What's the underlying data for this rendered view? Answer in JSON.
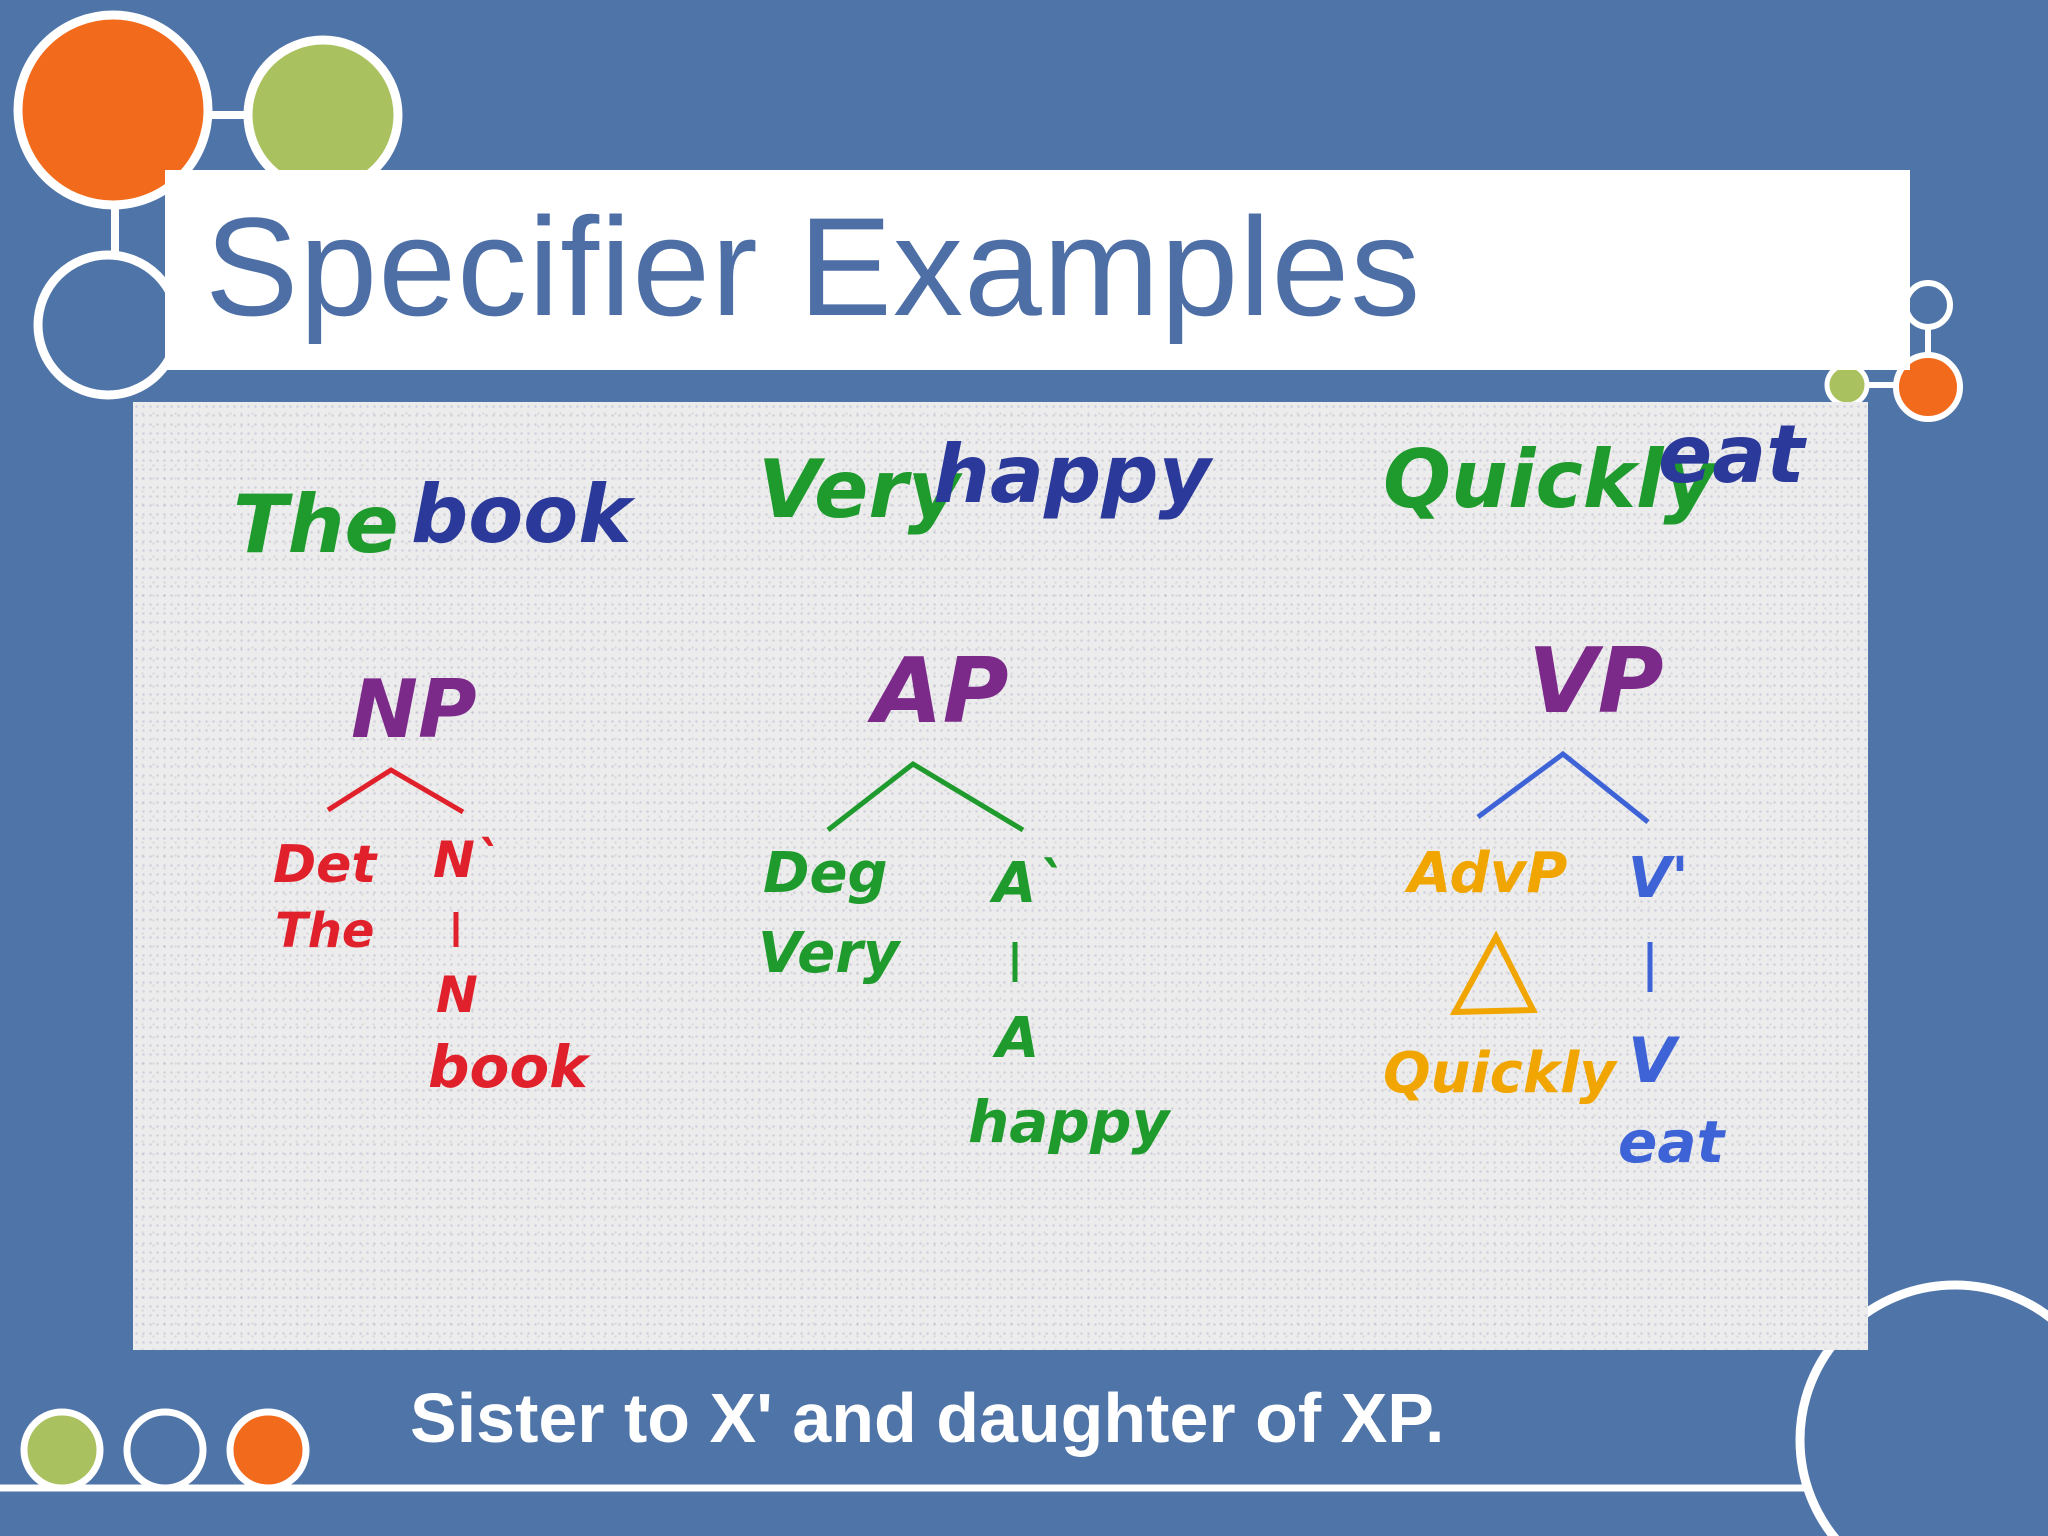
{
  "slide": {
    "title": "Specifier Examples",
    "caption": "Sister to X' and daughter of XP."
  },
  "colors": {
    "background": "#4f74a8",
    "title_text": "#4d6fa6",
    "orange": "#f26a1b",
    "green": "#a9c15f",
    "red": "#e0212b",
    "purple": "#7b2a8a",
    "tree_green": "#1f9a2d",
    "blue": "#3e63d6",
    "navy": "#2b3a9a",
    "gold": "#f0a500"
  },
  "examples": [
    {
      "phrase_word1": "The",
      "phrase_word2": "book",
      "root": "NP",
      "left_label": "Det",
      "left_word": "The",
      "right_label": "N`",
      "head": "N",
      "head_word": "book"
    },
    {
      "phrase_word1": "Very",
      "phrase_word2": "happy",
      "root": "AP",
      "left_label": "Deg",
      "left_word": "Very",
      "right_label": "A`",
      "head": "A",
      "head_word": "happy"
    },
    {
      "phrase_word1": "Quickly",
      "phrase_word2": "eat",
      "root": "VP",
      "left_label": "AdvP",
      "left_word": "Quickly",
      "right_label": "V'",
      "head": "V",
      "head_word": "eat"
    }
  ]
}
